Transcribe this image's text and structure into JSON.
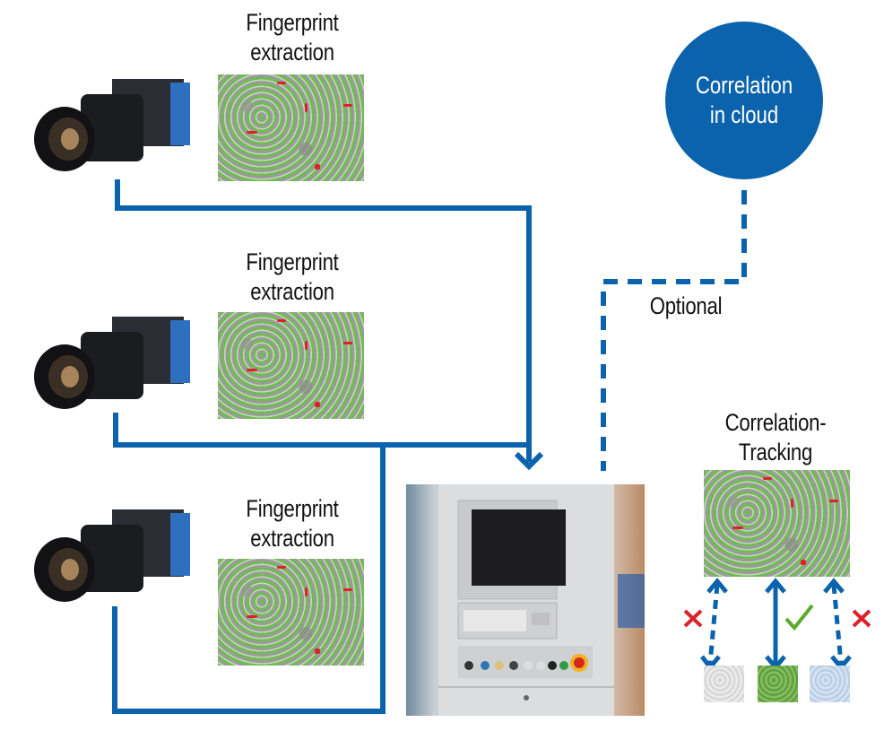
{
  "diagram": {
    "stations": [
      {
        "label_line1": "Fingerprint",
        "label_line2": "extraction",
        "camera_icon": "industrial-camera-icon",
        "image": "fingerprint-texture"
      },
      {
        "label_line1": "Fingerprint",
        "label_line2": "extraction",
        "camera_icon": "industrial-camera-icon",
        "image": "fingerprint-texture"
      },
      {
        "label_line1": "Fingerprint",
        "label_line2": "extraction",
        "camera_icon": "industrial-camera-icon",
        "image": "fingerprint-texture"
      }
    ],
    "cloud": {
      "line1": "Correlation",
      "line2": "in cloud"
    },
    "optional_label": "Optional",
    "tracking": {
      "line1": "Correlation-",
      "line2": "Tracking",
      "candidates": [
        {
          "variant": "gray",
          "match": false,
          "mark": "✕"
        },
        {
          "variant": "green",
          "match": true,
          "mark": "✓"
        },
        {
          "variant": "blue",
          "match": false,
          "mark": "✕"
        }
      ]
    },
    "controller": {
      "icon": "industrial-control-panel-icon"
    },
    "colors": {
      "connector": "#0b63ad",
      "cloud": "#0b63ad",
      "match": "#5aab2e",
      "no_match": "#d8232a",
      "text": "#111111"
    }
  }
}
